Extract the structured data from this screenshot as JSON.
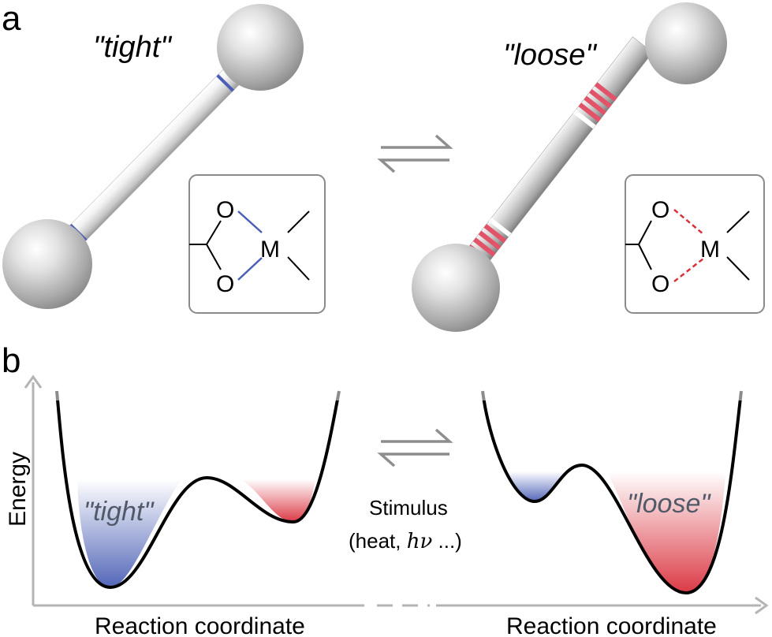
{
  "panel_a": {
    "label": "a",
    "tight": {
      "label": "\"tight\"",
      "inset": {
        "atom_top": "O",
        "atom_bottom": "O",
        "metal": "M",
        "bond_style": "solid",
        "bond_color": "#4a5fb5"
      }
    },
    "loose": {
      "label": "\"loose\"",
      "inset": {
        "atom_top": "O",
        "atom_bottom": "O",
        "metal": "M",
        "bond_style": "dashed",
        "bond_color": "#d9303c"
      }
    },
    "equilibrium_arrows": "⇌"
  },
  "panel_b": {
    "label": "b",
    "y_axis_label": "Energy",
    "left_plot": {
      "x_axis_label": "Reaction coordinate",
      "well_label": "\"tight\"",
      "favored_well": "left"
    },
    "right_plot": {
      "x_axis_label": "Reaction coordinate",
      "well_label": "\"loose\"",
      "favored_well": "right"
    },
    "stimulus_line1": "Stimulus",
    "stimulus_open": "(heat, ",
    "stimulus_hv": "hν",
    "stimulus_close": " ...)",
    "colors": {
      "tight": "#4a5fb5",
      "loose": "#d9303c",
      "axis": "#b4b4b4"
    }
  }
}
